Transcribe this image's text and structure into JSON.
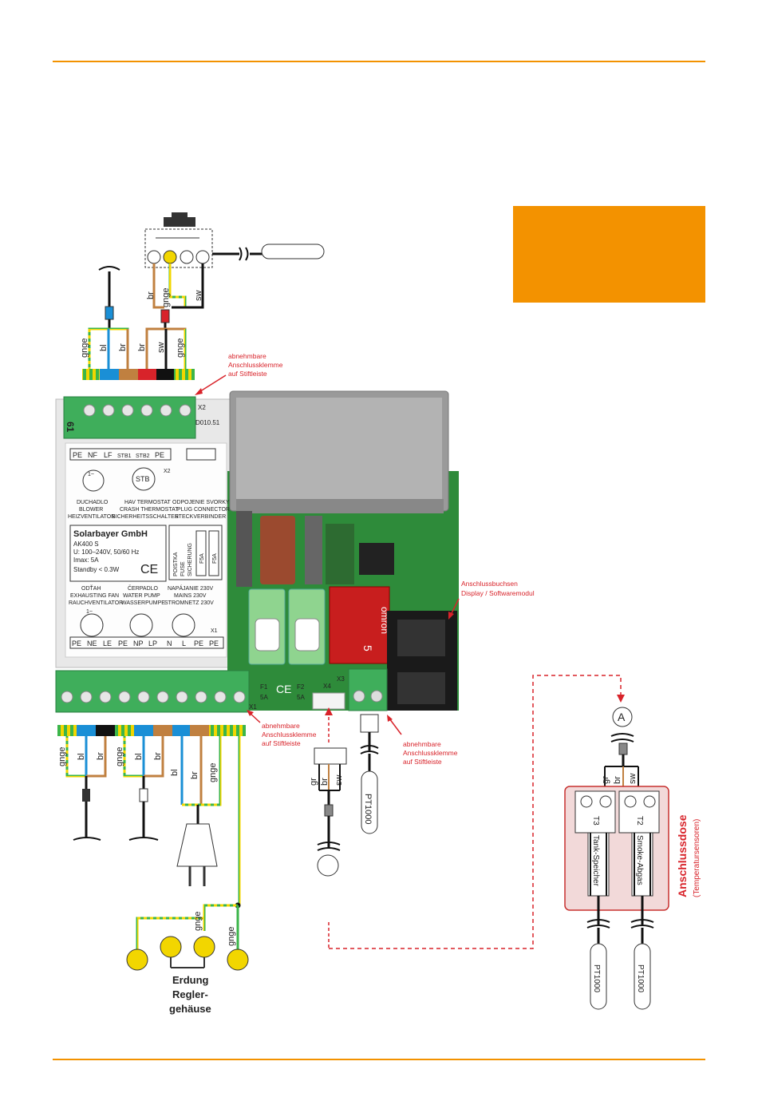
{
  "colors": {
    "accent": "#f39200",
    "annotation_red": "#d8232a",
    "terminal_green": "#3fae5b",
    "pcb_green": "#2e8b3a",
    "wire_blue": "#1a8fd6",
    "wire_brown": "#c08040",
    "wire_gnge_green": "#3bb54a",
    "wire_gnge_yellow": "#f2d600",
    "enclosure_fill": "#f2d9d9",
    "enclosure_border": "#c7302f"
  },
  "annotations": {
    "plug_top_1": "abnehmbare",
    "plug_top_2": "Anschlussklemme",
    "plug_top_3": "auf Stiftleiste",
    "plug_bottom_1": "abnehmbare",
    "plug_bottom_2": "Anschlussklemme",
    "plug_bottom_3": "auf Stiftleiste",
    "plug_x3_1": "abnehmbare",
    "plug_x3_2": "Anschlussklemme",
    "plug_x3_3": "auf Stiftleiste",
    "sockets_1": "Anschlussbuchsen",
    "sockets_2": "Display / Softwaremodul"
  },
  "wires_top": {
    "left_1": "gnge",
    "left_2": "bl",
    "left_3": "br",
    "right_1": "br",
    "right_2": "sw",
    "right_3": "gnge",
    "stb_1": "br",
    "stb_2": "gnge",
    "stb_3": "sw"
  },
  "wires_bottom": {
    "g1_1": "gnge",
    "g1_2": "bl",
    "g1_3": "br",
    "g2_1": "gnge",
    "g2_2": "bl",
    "g2_3": "br",
    "g3_1": "bl",
    "g3_2": "br",
    "g3_3": "gnge",
    "x4_1": "gr",
    "x4_2": "br",
    "x4_3": "sw",
    "box_1": "gr",
    "box_2": "br",
    "box_3": "sw",
    "earth_1": "gnge",
    "earth_2": "gnge"
  },
  "board": {
    "x2": "X2",
    "x1": "X1",
    "x3": "X3",
    "x4": "X4",
    "code": "D010.51",
    "tag": "61",
    "f1": "F1",
    "f1v": "5A",
    "f2": "F2",
    "f2v": "5A",
    "ce": "CE",
    "top_pins": [
      "PE",
      "NF",
      "LF",
      "STB1",
      "STB2",
      "PE"
    ],
    "bottom_pins": [
      "PE",
      "NE",
      "LE",
      "PE",
      "NP",
      "LP",
      "N",
      "L",
      "PE",
      "PE"
    ],
    "blower_1": "DUCHADLO",
    "blower_2": "BLOWER",
    "blower_3": "HEIZVENTILATOR",
    "stb_1": "HAV TERMOSTAT",
    "stb_2": "CRASH THERMOSTAT",
    "stb_3": "SICHERHEITSSCHALTER",
    "plug_1": "ODPOJENIE SVORKY",
    "plug_2": "PLUG CONNECTOR",
    "plug_3": "STECKVERBINDER",
    "company": "Solarbayer GmbH",
    "model": "AK400 S",
    "spec_u": "U: 100–240V, 50/60 Hz",
    "spec_i": "Imax: 5A",
    "spec_s": "Standby < 0.3W",
    "fuse_1": "POISTKA",
    "fuse_2": "FUSE",
    "fuse_3": "SICHERUNG",
    "fuse_a": "F5A",
    "fuse_b": "F5A",
    "fan_1": "ODŤAH",
    "fan_2": "EXHAUSTING FAN",
    "fan_3": "RAUCHVENTILATOR",
    "pump_1": "ČERPADLO",
    "pump_2": "WATER PUMP",
    "pump_3": "WASSERPUMPE",
    "mains_1": "NAPÁJANIE 230V",
    "mains_2": "MAINS 230V",
    "mains_3": "STROMNETZ 230V",
    "stb_symbol": "STB",
    "one_phase": "1~",
    "relay_brand": "omron",
    "relay_num": "5"
  },
  "sensors": {
    "pt1000_a": "PT1000",
    "pt1000_b": "PT1000",
    "pt1000_c": "PT1000",
    "marker_a": "A",
    "t3": "T3",
    "t2": "T2",
    "t3_label": "Tank-Speicher",
    "t2_label": "Smoke-Abgas",
    "box_title": "Anschlussdose",
    "box_subtitle": "(Temperatursensoren)"
  },
  "grounding": {
    "line1": "Erdung",
    "line2": "Regler-",
    "line3": "gehäuse"
  }
}
